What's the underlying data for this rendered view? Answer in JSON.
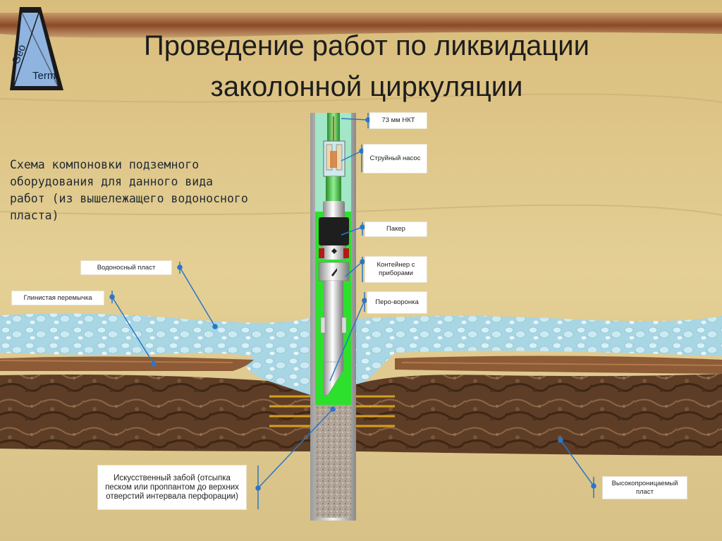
{
  "title": {
    "line1": "Проведение работ по ликвидации",
    "line2": "заколонной циркуляции"
  },
  "subtitle": "Схема компоновки подземного оборудования для данного вида работ (из вышележащего водоносного пласта)",
  "logo": {
    "letters": [
      "Geo",
      "Term"
    ],
    "icon": "derrick-logo"
  },
  "labels": {
    "tubing": "73 мм НКТ",
    "jet_pump": "Струйный насос",
    "packer": "Пакер",
    "container": "Контейнер с приборами",
    "funnel": "Перо-воронка",
    "aquifer": "Водоносный пласт",
    "clay_bridge": "Глинистая перемычка",
    "artificial_bottom": "Искусственный забой (отсыпка песком или проппантом до верхних отверстий интервала перфорации)",
    "high_perm": "Высокопроницаемый пласт"
  },
  "colors": {
    "background": "#e0c98a",
    "top_band": "#9a5a33",
    "water": "#a9d8e4",
    "clay": "#8a5a36",
    "rock": "#5a3a24",
    "fluid_green": "#2ee02e",
    "leader_line": "#2a76c8"
  }
}
